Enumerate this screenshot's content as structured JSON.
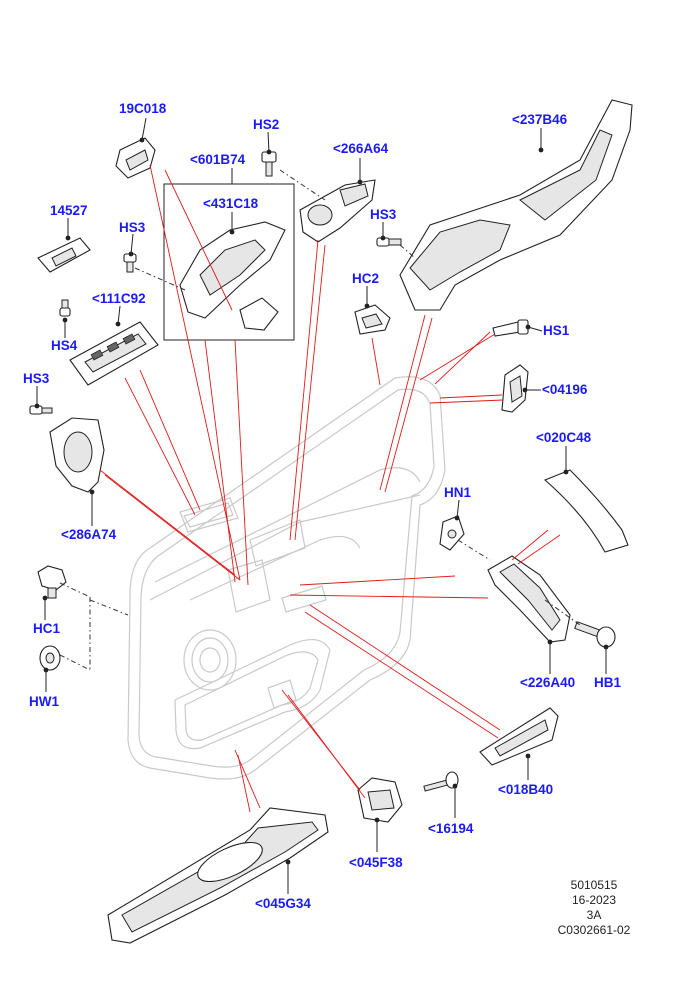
{
  "labels": [
    {
      "id": "19C018",
      "text": "19C018"
    },
    {
      "id": "HS2",
      "text": "HS2"
    },
    {
      "id": "266A64",
      "text": "<266A64"
    },
    {
      "id": "237B46",
      "text": "<237B46"
    },
    {
      "id": "601B74",
      "text": "<601B74"
    },
    {
      "id": "431C18",
      "text": "<431C18"
    },
    {
      "id": "14527",
      "text": "14527"
    },
    {
      "id": "HS3a",
      "text": "HS3"
    },
    {
      "id": "HS3b",
      "text": "HS3"
    },
    {
      "id": "HC2",
      "text": "HC2"
    },
    {
      "id": "111C92",
      "text": "<111C92"
    },
    {
      "id": "HS4",
      "text": "HS4"
    },
    {
      "id": "HS1",
      "text": "HS1"
    },
    {
      "id": "HS3c",
      "text": "HS3"
    },
    {
      "id": "04196",
      "text": "<04196"
    },
    {
      "id": "020C48",
      "text": "<020C48"
    },
    {
      "id": "HN1",
      "text": "HN1"
    },
    {
      "id": "286A74",
      "text": "<286A74"
    },
    {
      "id": "HC1",
      "text": "HC1"
    },
    {
      "id": "HW1",
      "text": "HW1"
    },
    {
      "id": "226A40",
      "text": "<226A40"
    },
    {
      "id": "HB1",
      "text": "HB1"
    },
    {
      "id": "018B40",
      "text": "<018B40"
    },
    {
      "id": "16194",
      "text": "<16194"
    },
    {
      "id": "045F38",
      "text": "<045F38"
    },
    {
      "id": "045G34",
      "text": "<045G34"
    }
  ],
  "info": {
    "line1": "5010515",
    "line2": "16-2023",
    "line3": "3A",
    "line4": "C0302661-02"
  },
  "colors": {
    "label": "#1a1aff",
    "leader_red": "#e01b1b",
    "door_outline": "#c9c9c9"
  }
}
